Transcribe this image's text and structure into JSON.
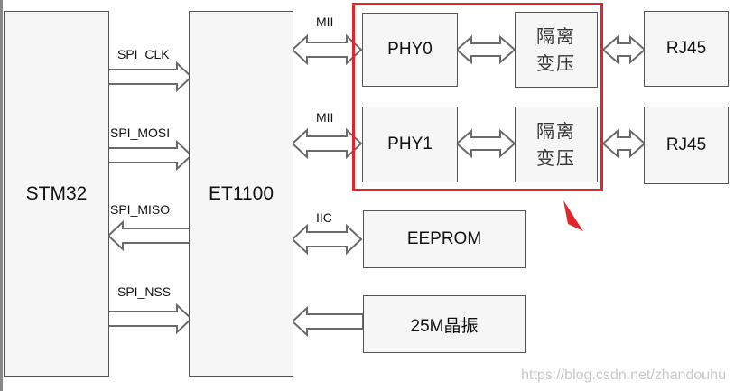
{
  "blocks": {
    "stm32": "STM32",
    "et1100": "ET1100",
    "phy0": "PHY0",
    "phy1": "PHY1",
    "iso0": "隔离\n变压",
    "iso1": "隔离\n变压",
    "rj45_0": "RJ45",
    "rj45_1": "RJ45",
    "eeprom": "EEPROM",
    "crystal": "25M晶振"
  },
  "signals": {
    "spi_clk": "SPI_CLK",
    "spi_mosi": "SPI_MOSI",
    "spi_miso": "SPI_MISO",
    "spi_nss": "SPI_NSS",
    "mii0": "MII",
    "mii1": "MII",
    "iic": "IIC"
  },
  "colors": {
    "highlight": "#e0262c",
    "block_border": "#555555",
    "arrow": "#6a6a6a"
  },
  "watermark": "https://blog.csdn.net/zhandouhu"
}
